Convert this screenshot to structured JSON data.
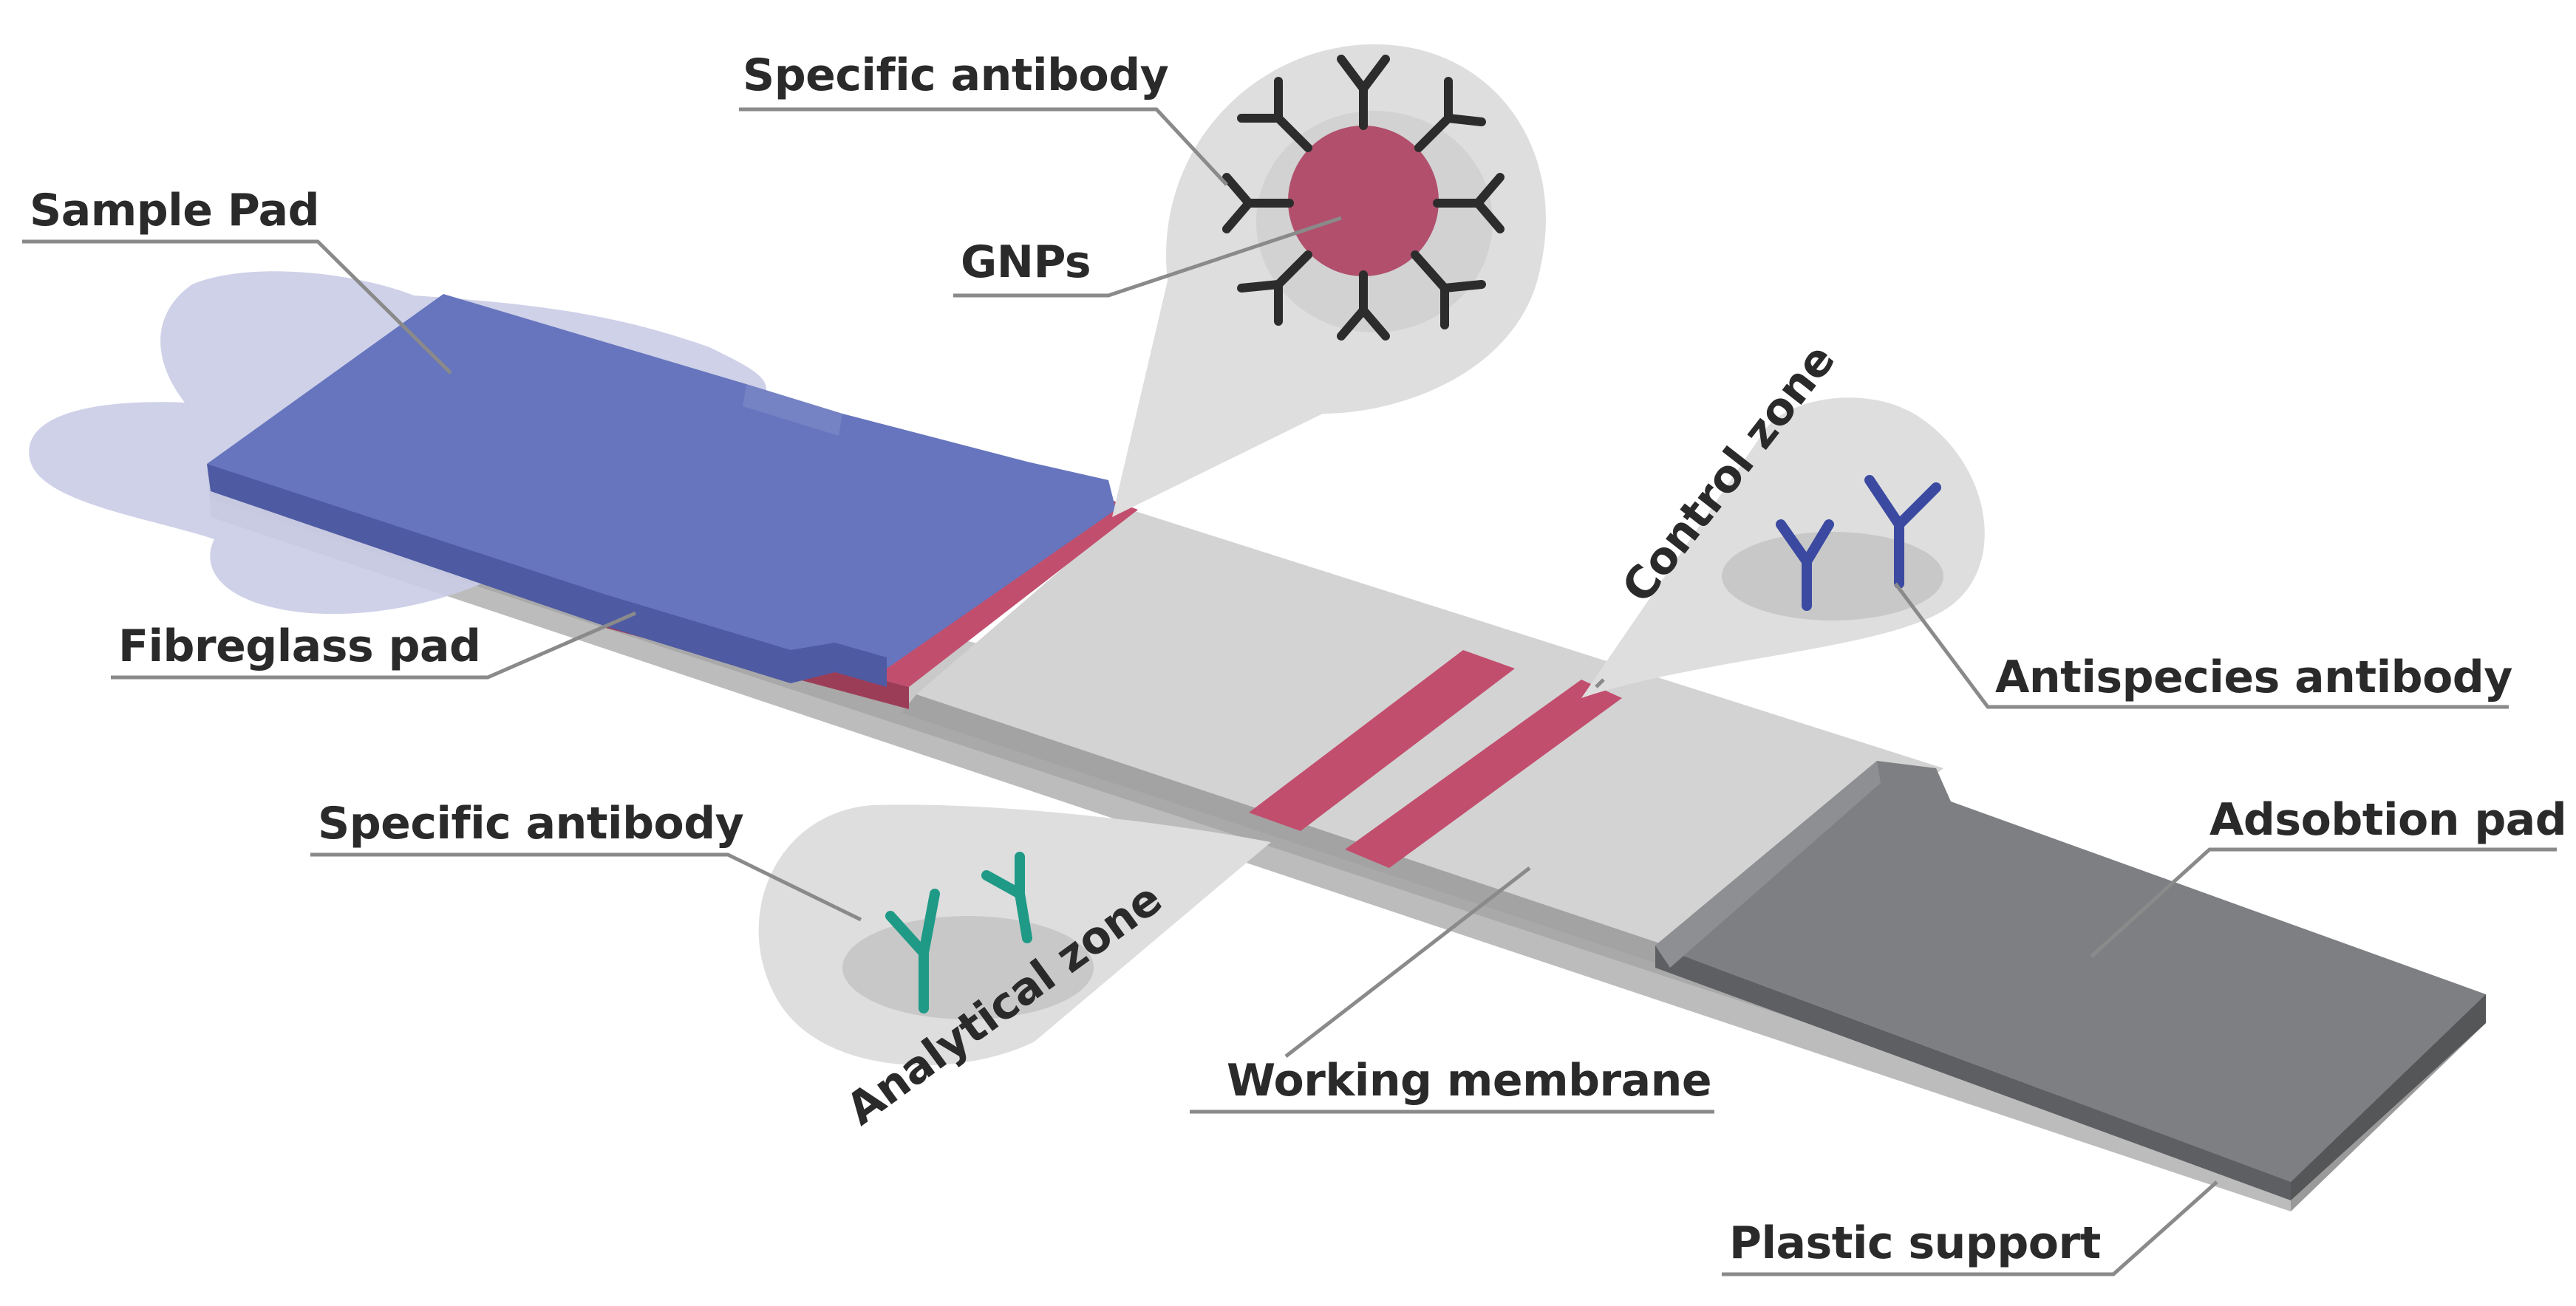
{
  "labels": {
    "specific_antibody_top": "Specific antibody",
    "gnps": "GNPs",
    "sample_pad": "Sample Pad",
    "fibreglass_pad": "Fibreglass pad",
    "control_zone": "Control zone",
    "antispecies_antibody": "Antispecies antibody",
    "adsorption_pad": "Adsobtion pad",
    "specific_antibody_bottom": "Specific antibody",
    "analytical_zone": "Analytical zone",
    "working_membrane": "Working membrane",
    "plastic_support": "Plastic support"
  },
  "colors": {
    "sample_pad": "#6675bd",
    "sample_liquid": "#c9cce6",
    "conjugate_pad": "#c24e6e",
    "membrane": "#d2d2d2",
    "plastic": "#b9b9b9",
    "adsorption_pad": "#7b7d80",
    "gnp": "#b14f6d",
    "antibody_teal": "#1f9a87",
    "antibody_blue": "#3b4aa0",
    "bubble": "#dedede"
  }
}
